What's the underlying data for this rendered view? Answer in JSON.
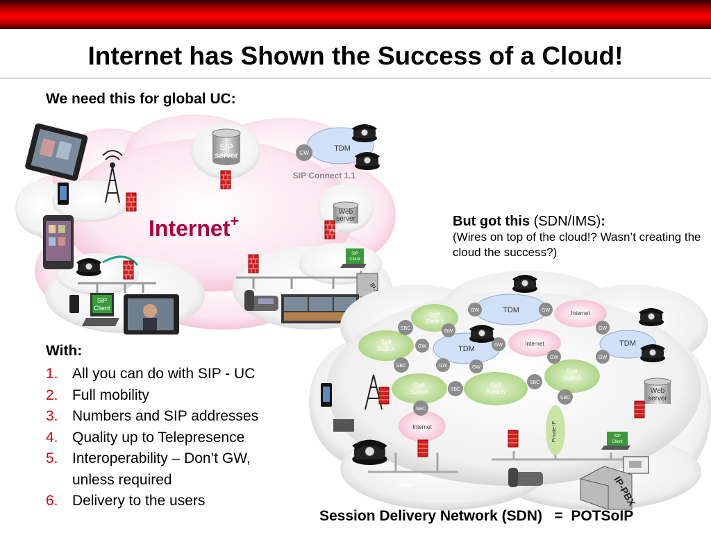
{
  "slide": {
    "title": "Internet has Shown the Success of a Cloud!",
    "subhead": "We need this for global UC:",
    "but_got_bold": "But got this",
    "but_got_paren": " (SDN/IMS)",
    "but_got_colon": ":",
    "but_got_note": "(Wires on top of the cloud!? Wasn’t creating the cloud the success?)",
    "with_label": "With:",
    "list": [
      {
        "num": "1.",
        "text": "All you can do with SIP - UC"
      },
      {
        "num": "2.",
        "text": "Full mobility"
      },
      {
        "num": "3.",
        "text": "Numbers and SIP addresses"
      },
      {
        "num": "4.",
        "text": "Quality up to Telepresence"
      },
      {
        "num": "5.",
        "text": "Interoperability – Don’t GW, unless required"
      },
      {
        "num": "6.",
        "text": "Delivery to the users"
      }
    ],
    "caption": "Session Delivery Network (SDN)   =  POTSoIP"
  },
  "left_diagram": {
    "internet_label": "Internet",
    "internet_sup": "+",
    "sip_server_l1": "SIP",
    "sip_server_l2": "server",
    "gw": "GW",
    "tdm": "TDM",
    "sip_connect": "SIP Connect 1.1",
    "web_l1": "Web",
    "web_l2": "server",
    "fw": "FW",
    "sip_client_l1": "SIP",
    "sip_client_l2": "Client",
    "small_sip_l1": "SIP",
    "small_sip_l2": "Client",
    "ippbx": "IP-PBX"
  },
  "right_diagram": {
    "tdm": "TDM",
    "gw": "GW",
    "sbc": "SBC",
    "internet": "Internet",
    "soft_l1": "Soft",
    "soft_l2": "Switch",
    "web_l1": "Web",
    "web_l2": "server",
    "fw": "FW",
    "private_ip": "Private IP",
    "sip_client_l1": "SIP",
    "sip_client_l2": "Client",
    "user": "User",
    "ippbx": "IP-PBX"
  },
  "colors": {
    "accent_red": "#e00000",
    "internet_label": "#b0003a",
    "pink_cloud": "#f7cfe0",
    "grey_cloud": "#e9e9e9",
    "green_cloud": "#c9e4a6",
    "tdm_blue": "#cfe0f7"
  }
}
